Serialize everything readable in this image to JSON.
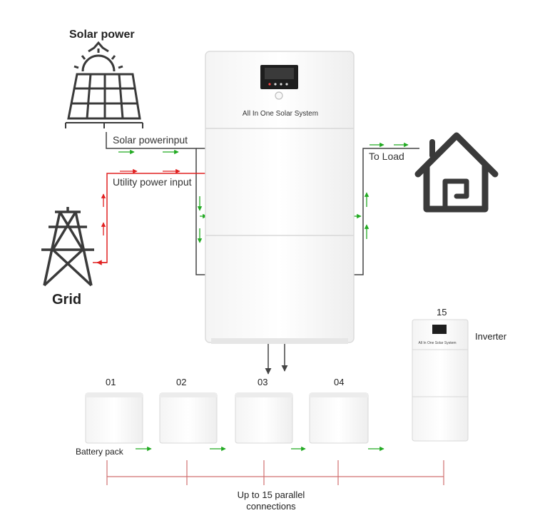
{
  "labels": {
    "solar_power": "Solar power",
    "grid": "Grid",
    "solar_input": "Solar powerinput",
    "utility_input": "Utility power input",
    "to_load": "To Load",
    "unit_title": "All In One Solar System",
    "mini_unit_title": "All In One Solar System",
    "inverter": "Inverter",
    "battery_pack": "Battery pack",
    "parallel": "Up to 15 parallel connections"
  },
  "battery_numbers": [
    "01",
    "02",
    "03",
    "04"
  ],
  "inverter_number": "15",
  "colors": {
    "solar_line": "#444444",
    "utility_line": "#e02020",
    "flow_arrow": "#22aa22",
    "bracket": "#d07070",
    "icon": "#3a3a3a"
  },
  "icons": [
    "sun-icon",
    "solar-panel-icon",
    "transmission-tower-icon",
    "house-icon"
  ]
}
